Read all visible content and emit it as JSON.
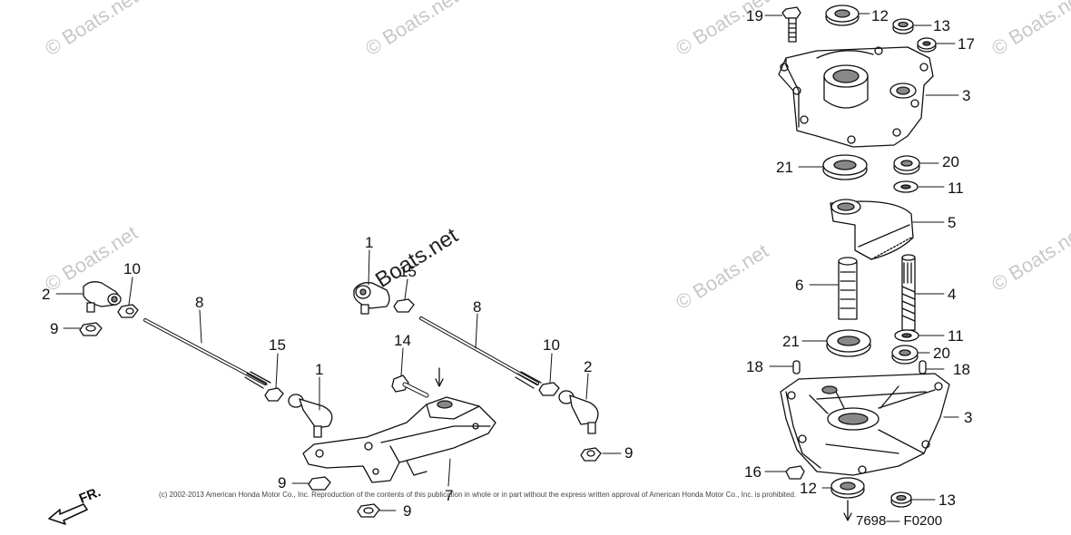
{
  "watermark": "© Boats.net",
  "watermark_center": "Boats.net",
  "copyright": "(c) 2002-2013 American Honda Motor Co., Inc. Reproduction of the contents of this publication in whole or in part without the express written approval of American Honda Motor Co., Inc. is prohibited.",
  "drawing_number": "7698— F0200",
  "direction_label": "FR.",
  "callouts": {
    "c19": "19",
    "c12a": "12",
    "c13a": "13",
    "c17": "17",
    "c3a": "3",
    "c21a": "21",
    "c20a": "20",
    "c11a": "11",
    "c5": "5",
    "c6": "6",
    "c4": "4",
    "c21b": "21",
    "c11b": "11",
    "c20b": "20",
    "c18a": "18",
    "c18b": "18",
    "c3b": "3",
    "c16": "16",
    "c12b": "12",
    "c13b": "13",
    "c2a": "2",
    "c10a": "10",
    "c9a": "9",
    "c8a": "8",
    "c15a": "15",
    "c1a": "1",
    "c1b": "1",
    "c15b": "15",
    "c8b": "8",
    "c14": "14",
    "c10b": "10",
    "c2b": "2",
    "c9b": "9",
    "c7": "7",
    "c9c": "9",
    "c9d": "9"
  },
  "colors": {
    "line": "#111111",
    "fill": "#ffffff",
    "shade": "#888888",
    "watermark": "#c8c8c8"
  }
}
